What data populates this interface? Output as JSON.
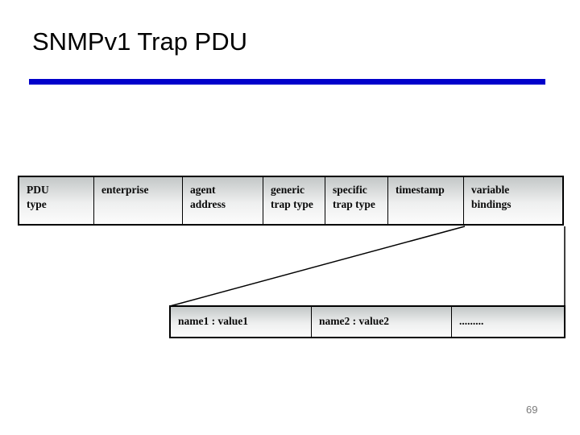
{
  "slide": {
    "title": "SNMPv1 Trap PDU",
    "page_number": "69"
  },
  "colors": {
    "accent_rule": "#0101cb",
    "box_border": "#000000",
    "box_gradient_top": "#c3c7c7",
    "box_gradient_bottom": "#fcfcfc",
    "page_number_gray": "#7a7a7a"
  },
  "pdu_fields": [
    "PDU\ntype",
    "enterprise",
    "agent\naddress",
    "generic\ntrap type",
    "specific\ntrap type",
    "timestamp",
    "variable\nbindings"
  ],
  "variable_bindings_expansion": [
    "name1 : value1",
    "name2 : value2",
    "........."
  ]
}
